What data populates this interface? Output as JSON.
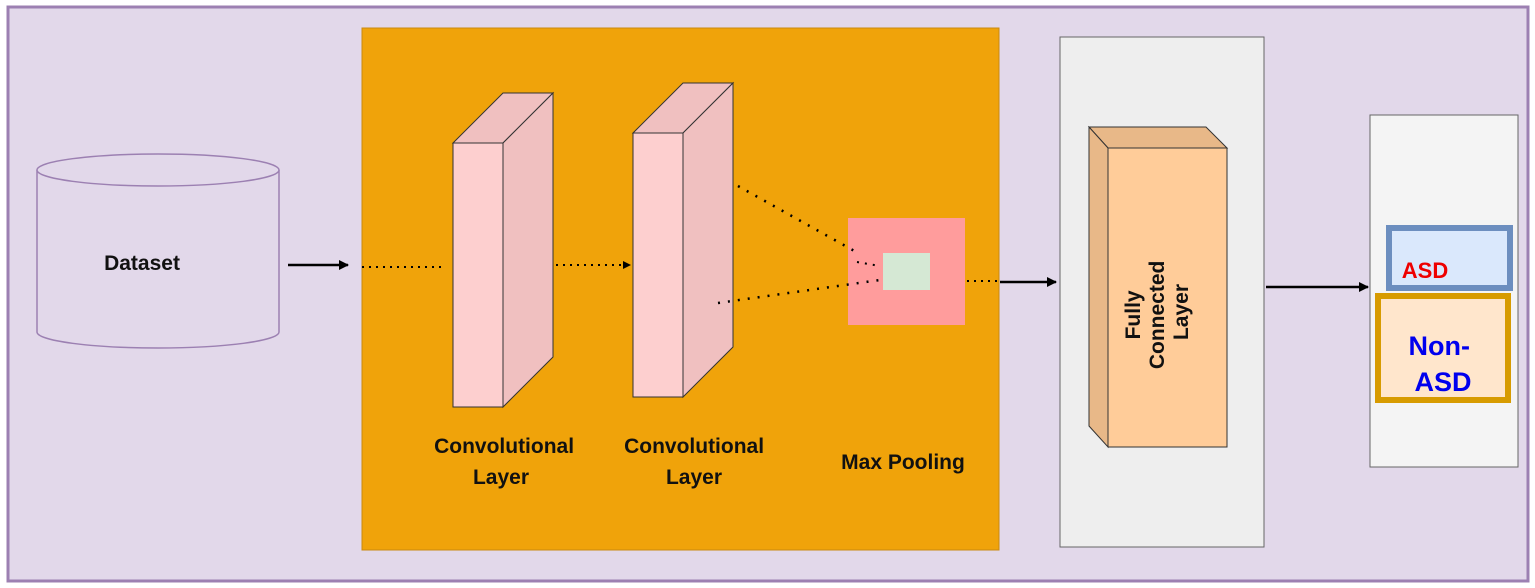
{
  "colors": {
    "background": "#e2d8ea",
    "border": "#9c80b2",
    "cnn_panel": "#f0a30a",
    "cnn_panel_border": "#c98a10",
    "fc_panel": "#eeeeee",
    "output_panel": "#f4f4f4",
    "layer_front": "#fdcfcf",
    "layer_side": "#f0c0c0",
    "pool_outer": "#ff9c9c",
    "pool_inner": "#d5e8d4",
    "fc_front": "#ffcc99",
    "fc_side": "#e8b888",
    "asd_fill": "#dae8fc",
    "asd_border": "#6c8ebf",
    "asd_text": "#ee0000",
    "non_asd_fill": "#ffe6cc",
    "non_asd_border": "#d79b00",
    "non_asd_text": "#0000ee"
  },
  "dataset": {
    "label": "Dataset"
  },
  "cnn": {
    "conv1": {
      "label_line1": "Convolutional",
      "label_line2": "Layer"
    },
    "conv2": {
      "label_line1": "Convolutional",
      "label_line2": "Layer"
    },
    "pool": {
      "label": "Max Pooling"
    }
  },
  "fc": {
    "label_line1": "Fully",
    "label_line2": "Connected",
    "label_line3": "Layer"
  },
  "output": {
    "asd": {
      "label": "ASD"
    },
    "non_asd": {
      "label_line1": "Non-",
      "label_line2": "ASD"
    }
  }
}
